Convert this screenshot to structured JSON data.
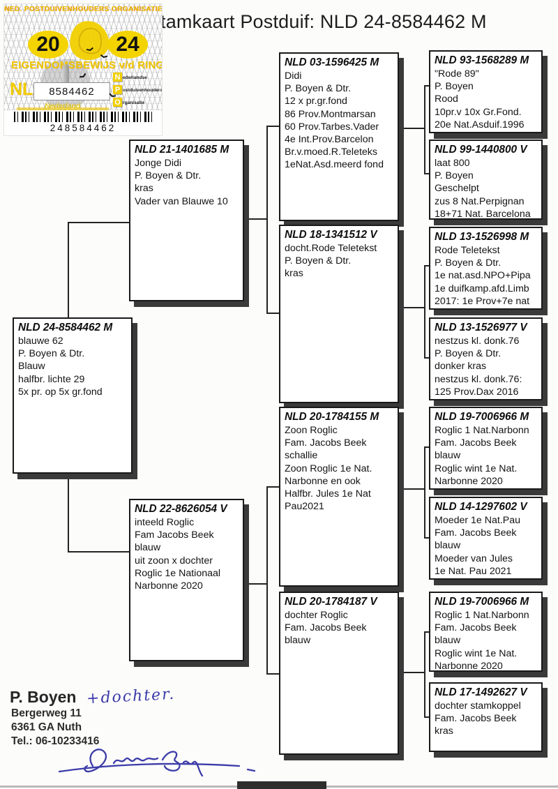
{
  "page": {
    "title_visible": "tamkaart Postduif: NLD 24-8584462 M"
  },
  "sticker": {
    "org_line": "NED. POSTDUIVENHOUDERS ORGANISATIE",
    "year_left": "20",
    "year_right": "24",
    "ownership_line": "EIGENDOMSBEWIJS v/d RING",
    "country_code": "NL",
    "ring_number": "8584462",
    "country_label": "Nederland",
    "npo": [
      {
        "letter": "N",
        "rest": "ederlandse"
      },
      {
        "letter": "P",
        "rest": "ostduivenhouders"
      },
      {
        "letter": "O",
        "rest": "rganisatie"
      }
    ],
    "barcode_number": "248584462",
    "accent_yellow": "#f2d000"
  },
  "boxes": [
    {
      "role": "subject",
      "id": "NLD 24-8584462 M",
      "lines": [
        "blauwe 62",
        "P. Boyen & Dtr.",
        "Blauw",
        "halfbr. lichte 29",
        "5x pr. op 5x gr.fond"
      ]
    },
    {
      "role": "sire",
      "id": "NLD 21-1401685 M",
      "lines": [
        "Jonge Didi",
        "P. Boyen & Dtr.",
        "kras",
        "Vader van Blauwe 10"
      ]
    },
    {
      "role": "dam",
      "id": "NLD 22-8626054 V",
      "lines": [
        "inteeld Roglic",
        "Fam Jacobs Beek",
        "blauw",
        "uit zoon x dochter",
        "Roglic 1e Nationaal",
        "Narbonne 2020"
      ]
    },
    {
      "role": "sire-sire",
      "id": "NLD 03-1596425 M",
      "lines": [
        "Didi",
        "P. Boyen & Dtr.",
        "12 x pr.gr.fond",
        "86 Prov.Montmarsan",
        "60 Prov.Tarbes.Vader",
        "4e Int.Prov.Barcelon",
        "Br.v.moed.R.Teleteks",
        "1eNat.Asd.meerd fond"
      ]
    },
    {
      "role": "sire-dam",
      "id": "NLD 18-1341512 V",
      "lines": [
        "docht.Rode Teletekst",
        "P. Boyen & Dtr.",
        "kras"
      ]
    },
    {
      "role": "dam-sire",
      "id": "NLD 20-1784155 M",
      "lines": [
        "Zoon Roglic",
        "Fam. Jacobs Beek",
        "schallie",
        "Zoon Roglic 1e Nat.",
        "Narbonne en ook",
        "Halfbr. Jules 1e Nat",
        "Pau2021"
      ]
    },
    {
      "role": "dam-dam",
      "id": "NLD 20-1784187 V",
      "lines": [
        "dochter Roglic",
        "Fam. Jacobs Beek",
        "blauw"
      ]
    },
    {
      "role": "sire-sire-sire",
      "id": "NLD 93-1568289 M",
      "lines": [
        "\"Rode 89\"",
        "P. Boyen",
        "Rood",
        "10pr.v 10x Gr.Fond.",
        "20e Nat.Asduif.1996"
      ]
    },
    {
      "role": "sire-sire-dam",
      "id": "NLD 99-1440800 V",
      "lines": [
        "laat 800",
        "P. Boyen",
        "Geschelpt",
        "zus 8 Nat.Perpignan",
        "18+71 Nat. Barcelona"
      ]
    },
    {
      "role": "sire-dam-sire",
      "id": "NLD 13-1526998 M",
      "lines": [
        "Rode Teletekst",
        "P. Boyen & Dtr.",
        "1e nat.asd.NPO+Pipa",
        "1e duifkamp.afd.Limb",
        "2017: 1e Prov+7e nat"
      ]
    },
    {
      "role": "sire-dam-dam",
      "id": "NLD 13-1526977 V",
      "lines": [
        "nestzus kl. donk.76",
        "P. Boyen & Dtr.",
        "donker kras",
        "nestzus kl. donk.76:",
        "125 Prov.Dax 2016"
      ]
    },
    {
      "role": "dam-sire-sire",
      "id": "NLD 19-7006966 M",
      "lines": [
        "Roglic 1 Nat.Narbonn",
        "Fam. Jacobs Beek",
        "blauw",
        "Roglic wint 1e Nat.",
        "Narbonne 2020"
      ]
    },
    {
      "role": "dam-sire-dam",
      "id": "NLD 14-1297602 V",
      "lines": [
        "Moeder  1e Nat.Pau",
        "Fam. Jacobs Beek",
        "blauw",
        "Moeder van Jules",
        "1e Nat. Pau 2021"
      ]
    },
    {
      "role": "dam-dam-sire",
      "id": "NLD 19-7006966 M",
      "lines": [
        "Roglic 1 Nat.Narbonn",
        "Fam. Jacobs Beek",
        "blauw",
        "Roglic wint 1e Nat.",
        "Narbonne 2020"
      ]
    },
    {
      "role": "dam-dam-dam",
      "id": "NLD 17-1492627 V",
      "lines": [
        "dochter stamkoppel",
        "Fam. Jacobs Beek",
        "kras"
      ]
    }
  ],
  "owner": {
    "name": "P. Boyen",
    "handwritten": "+dochter.",
    "address1": "Bergerweg 11",
    "address2": "6361 GA  Nuth",
    "phone": "Tel.: 06-10233416"
  },
  "colors": {
    "box_shadow": "#3a3a3a",
    "ink_blue": "#3b3ba8",
    "line_black": "#232323"
  }
}
